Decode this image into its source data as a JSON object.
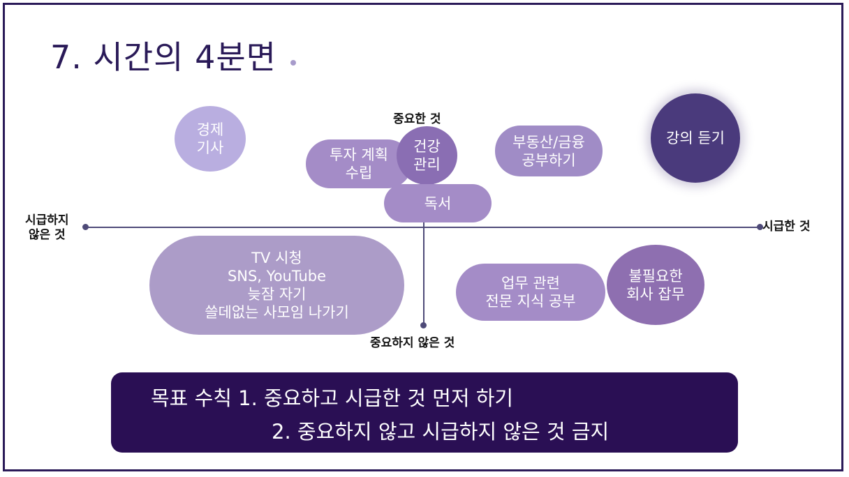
{
  "slide": {
    "title": "7. 시간의 4분면",
    "colors": {
      "frame": "#2a1a58",
      "title": "#2a1a58",
      "accent_dot": "#a79bcb",
      "goal_box": "#2a0f54",
      "axis": "#4e4a78"
    }
  },
  "axes": {
    "top_label": "중요한 것",
    "bottom_label": "중요하지 않은 것",
    "left_label": "시급하지\n않은 것",
    "right_label": "시급한 것"
  },
  "items": {
    "economy": {
      "label": "경제\n기사",
      "color": "#b9aee0"
    },
    "investment": {
      "label": "투자 계획\n수립",
      "color": "#a48cc7"
    },
    "health": {
      "label": "건강\n관리",
      "color": "#8a6eb3"
    },
    "reading": {
      "label": "독서",
      "color": "#a48cc7"
    },
    "real_estate": {
      "label": "부동산/금융\n공부하기",
      "color": "#a08cc6"
    },
    "lecture": {
      "label": "강의 듣기",
      "color": "#4a3a7c"
    },
    "waste": {
      "label": "TV 시청\nSNS, YouTube\n늦잠 자기\n쓸데없는 사모임 나가기",
      "color": "#ac9cc8"
    },
    "work_study": {
      "label": "업무 관련\n전문 지식 공부",
      "color": "#a48cc7"
    },
    "chores": {
      "label": "불필요한\n회사 잡무",
      "color": "#8e6fb0"
    }
  },
  "goal": {
    "line1": "목표 수칙 1. 중요하고 시급한 것 먼저 하기",
    "line2": "2. 중요하지 않고 시급하지 않은 것 금지"
  }
}
